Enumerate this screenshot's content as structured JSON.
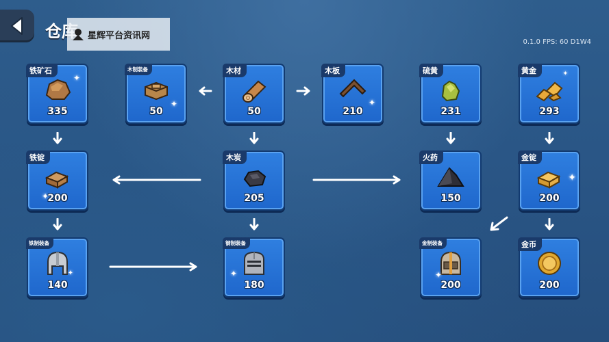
{
  "header": {
    "title": "仓库",
    "version_text": "0.1.0  FPS:  60  D1W4"
  },
  "watermark": {
    "text": "星辉平台资讯网"
  },
  "items": {
    "iron_ore": {
      "label": "铁矿石",
      "count": "335"
    },
    "wood_gear": {
      "label": "木制装备",
      "count": "50"
    },
    "wood": {
      "label": "木材",
      "count": "50"
    },
    "plank": {
      "label": "木板",
      "count": "210"
    },
    "sulfur": {
      "label": "硫黄",
      "count": "231"
    },
    "gold": {
      "label": "黄金",
      "count": "293"
    },
    "iron_ingot": {
      "label": "铁锭",
      "count": "200"
    },
    "charcoal": {
      "label": "木炭",
      "count": "205"
    },
    "gunpowder": {
      "label": "火药",
      "count": "150"
    },
    "gold_ingot": {
      "label": "金锭",
      "count": "200"
    },
    "iron_gear": {
      "label": "铁制装备",
      "count": "140"
    },
    "steel_gear": {
      "label": "钢制装备",
      "count": "180"
    },
    "gold_gear": {
      "label": "金制装备",
      "count": "200"
    },
    "gold_coin": {
      "label": "金币",
      "count": "200"
    }
  }
}
